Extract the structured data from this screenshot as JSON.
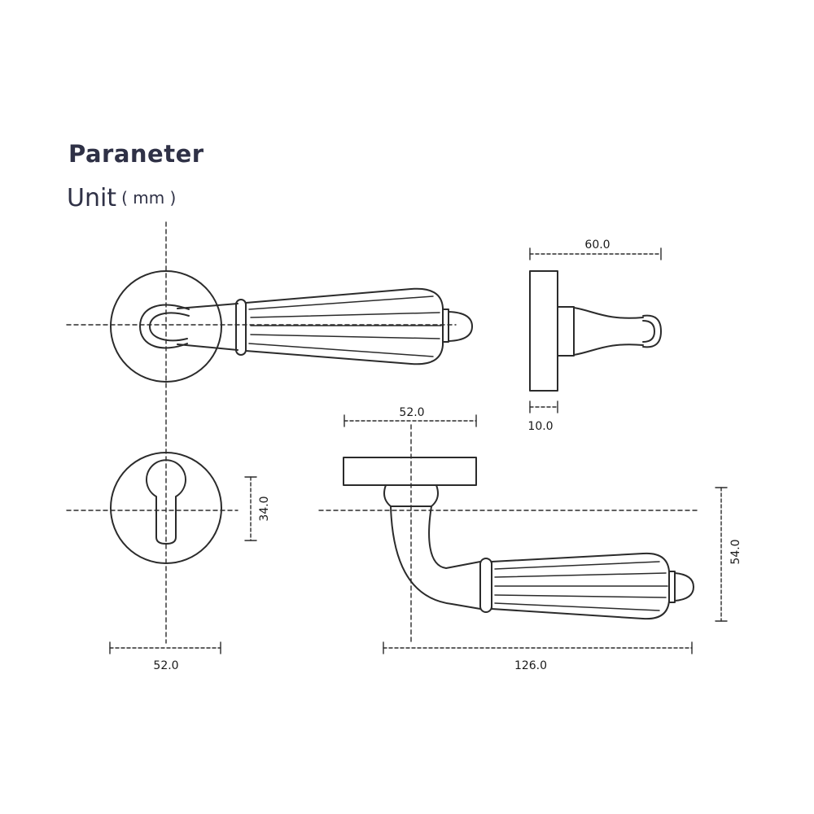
{
  "header": {
    "title": "Paraneter",
    "unit_label": "Unit",
    "unit_value": "( mm )"
  },
  "dimensions": {
    "side_width": "60.0",
    "rose_thickness": "10.0",
    "top_rose_diameter": "52.0",
    "escutcheon_height": "34.0",
    "escutcheon_diameter": "52.0",
    "projection_height": "54.0",
    "lever_length": "126.0"
  },
  "colors": {
    "line": "#2b2b2b",
    "title": "#2f3146"
  }
}
